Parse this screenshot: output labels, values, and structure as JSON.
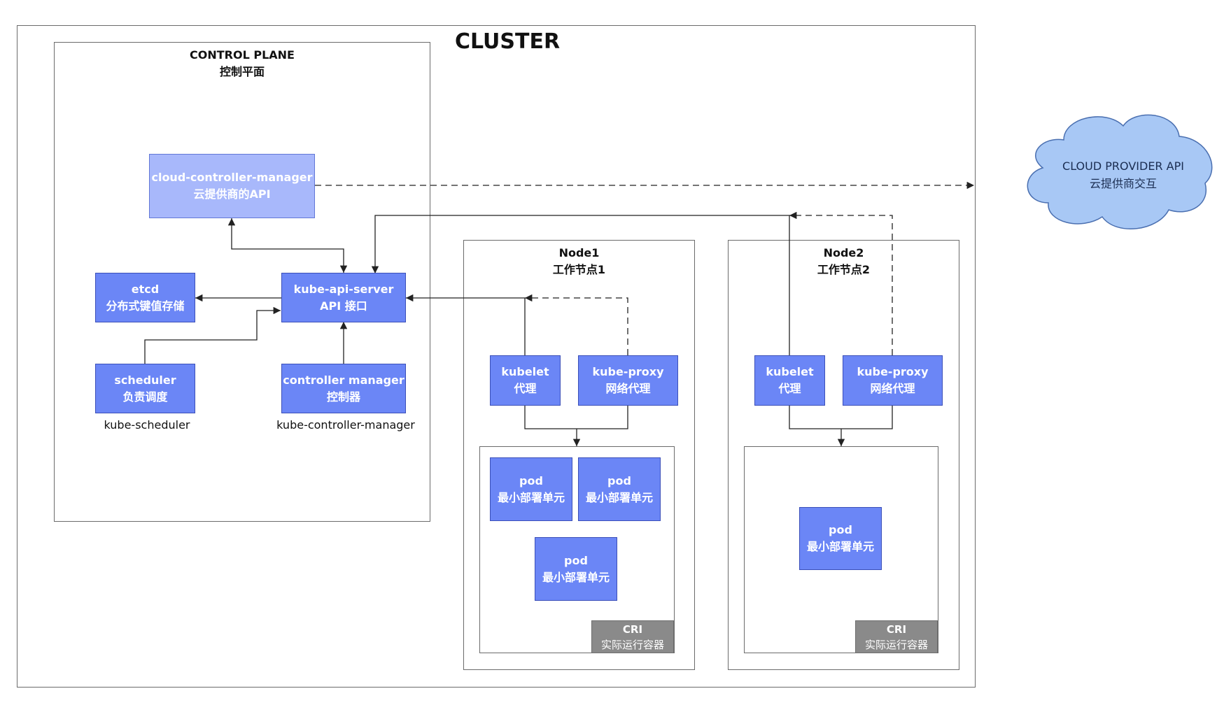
{
  "cluster": {
    "title": "CLUSTER"
  },
  "control_plane": {
    "title": "CONTROL PLANE",
    "subtitle": "控制平面",
    "cloud_controller_manager": {
      "name": "cloud-controller-manager",
      "desc": "云提供商的API"
    },
    "etcd": {
      "name": "etcd",
      "desc": "分布式键值存储"
    },
    "kube_api_server": {
      "name": "kube-api-server",
      "desc": "API 接口"
    },
    "scheduler": {
      "name": "scheduler",
      "desc": "负责调度",
      "caption": "kube-scheduler"
    },
    "controller_manager": {
      "name": "controller manager",
      "desc": "控制器",
      "caption": "kube-controller-manager"
    }
  },
  "nodes": [
    {
      "title": "Node1",
      "subtitle": "工作节点1",
      "kubelet": {
        "name": "kubelet",
        "desc": "代理"
      },
      "kube_proxy": {
        "name": "kube-proxy",
        "desc": "网络代理"
      },
      "pods": [
        {
          "name": "pod",
          "desc": "最小部署单元"
        },
        {
          "name": "pod",
          "desc": "最小部署单元"
        },
        {
          "name": "pod",
          "desc": "最小部署单元"
        }
      ],
      "cri": {
        "name": "CRI",
        "desc": "实际运行容器"
      }
    },
    {
      "title": "Node2",
      "subtitle": "工作节点2",
      "kubelet": {
        "name": "kubelet",
        "desc": "代理"
      },
      "kube_proxy": {
        "name": "kube-proxy",
        "desc": "网络代理"
      },
      "pods": [
        {
          "name": "pod",
          "desc": "最小部署单元"
        }
      ],
      "cri": {
        "name": "CRI",
        "desc": "实际运行容器"
      }
    }
  ],
  "cloud_provider": {
    "title": "CLOUD PROVIDER API",
    "desc": "云提供商交互"
  },
  "colors": {
    "component": "#6b86f6",
    "cloud_controller": "#a8b8fb",
    "cri": "#8a8a8a",
    "cloud": "#a8c8f5",
    "line": "#222222"
  }
}
